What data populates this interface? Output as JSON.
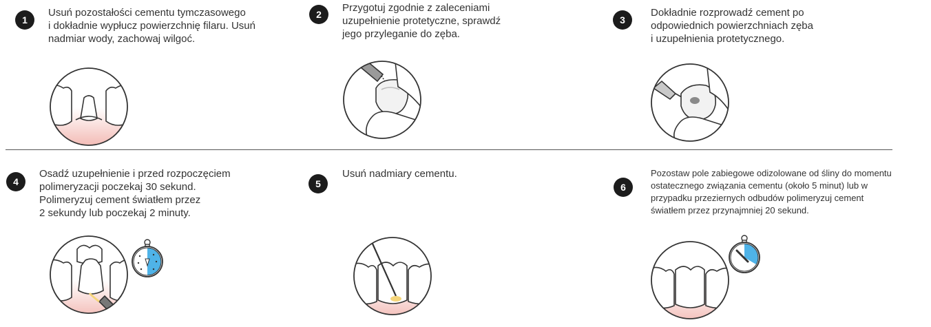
{
  "steps": [
    {
      "number": "1",
      "lines": [
        "Usuń pozostałości cementu tymczasowego",
        "i dokładnie wypłucz powierzchnię filaru. Usuń",
        "nadmiar wody, zachowaj wilgoć."
      ]
    },
    {
      "number": "2",
      "lines": [
        "Przygotuj zgodnie z zaleceniami",
        "uzupełnienie protetyczne, sprawdź",
        "jego przyleganie do zęba."
      ]
    },
    {
      "number": "3",
      "lines": [
        "Dokładnie rozprowadź cement po",
        "odpowiednich powierzchniach zęba",
        "i uzupełnienia protetycznego."
      ]
    },
    {
      "number": "4",
      "lines": [
        "Osadź uzupełnienie i przed rozpoczęciem",
        "polimeryzacji poczekaj 30 sekund.",
        "Polimeryzuj cement światłem przez",
        "2 sekundy lub poczekaj 2 minuty."
      ]
    },
    {
      "number": "5",
      "lines": [
        "Usuń nadmiary cementu."
      ]
    },
    {
      "number": "6",
      "lines": [
        "Pozostaw pole zabiegowe odizolowane od śliny do momentu",
        "ostatecznego związania cementu (około 5 minut) lub w",
        "przypadku przeziernych odbudów polimeryzuj cement",
        "światłem przez przynajmniej 20 sekund."
      ]
    }
  ],
  "colors": {
    "badge": "#1c1c1c",
    "gum": "#f4c8c4",
    "timer": "#4fb3e8",
    "line": "#333333"
  },
  "icons": [
    "tooth-abutment-illustration",
    "crown-and-syringe-illustration",
    "cement-application-illustration",
    "seating-crown-with-timer-illustration",
    "excess-removal-illustration",
    "isolation-with-timer-illustration",
    "stopwatch-icon"
  ]
}
